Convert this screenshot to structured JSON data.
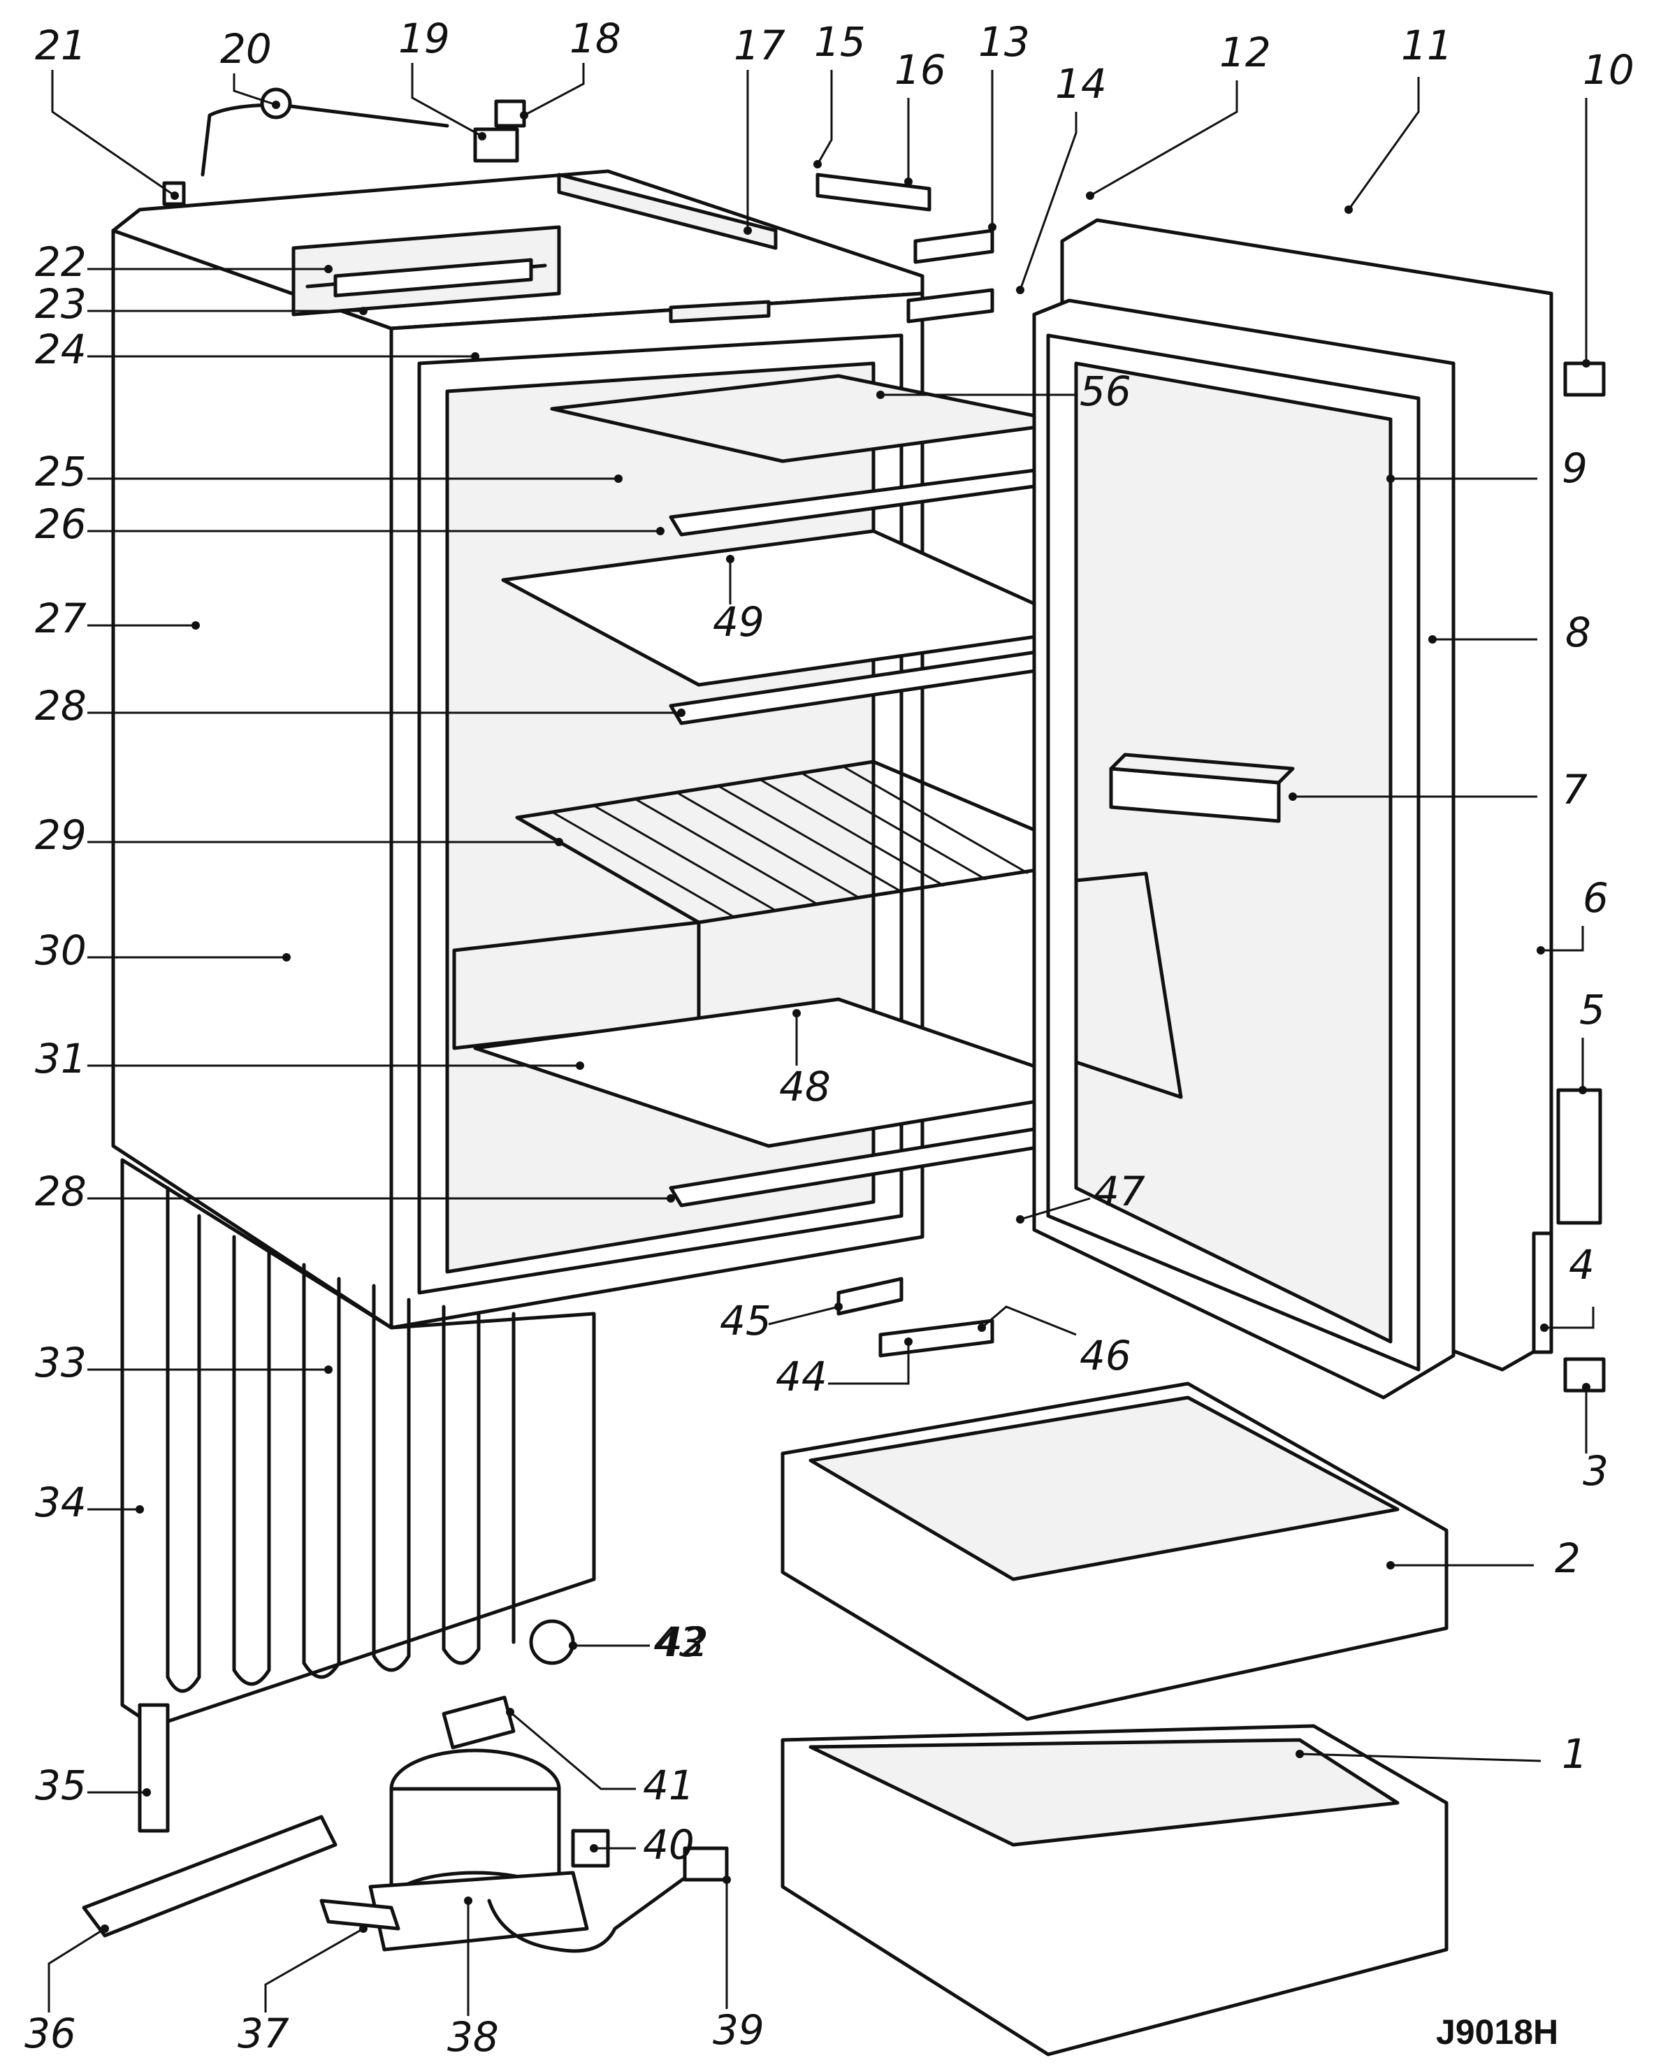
{
  "drawing_code": "J9018H",
  "callouts": [
    "1",
    "2",
    "3",
    "4",
    "5",
    "6",
    "7",
    "8",
    "9",
    "10",
    "11",
    "12",
    "13",
    "14",
    "15",
    "16",
    "17",
    "18",
    "19",
    "20",
    "21",
    "22",
    "23",
    "24",
    "25",
    "26",
    "27",
    "28",
    "28",
    "29",
    "30",
    "31",
    "33",
    "34",
    "35",
    "36",
    "37",
    "38",
    "39",
    "40",
    "41",
    "42",
    "43",
    "44",
    "45",
    "46",
    "47",
    "48",
    "49",
    "56"
  ]
}
